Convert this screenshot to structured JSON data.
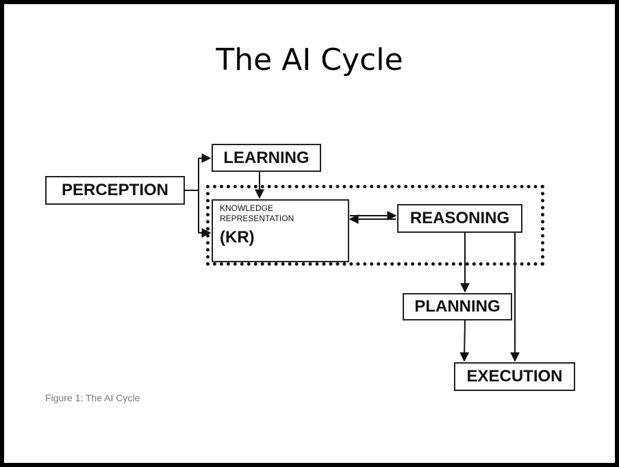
{
  "slide": {
    "title": "The AI Cycle"
  },
  "diagram": {
    "nodes": {
      "perception": "PERCEPTION",
      "learning": "LEARNING",
      "kr_line1": "KNOWLEDGE",
      "kr_line2": "REPRESENTATION",
      "kr_abbrev": "(KR)",
      "reasoning": "REASONING",
      "planning": "PLANNING",
      "execution": "EXECUTION"
    },
    "caption": "Figure 1: The AI Cycle"
  }
}
